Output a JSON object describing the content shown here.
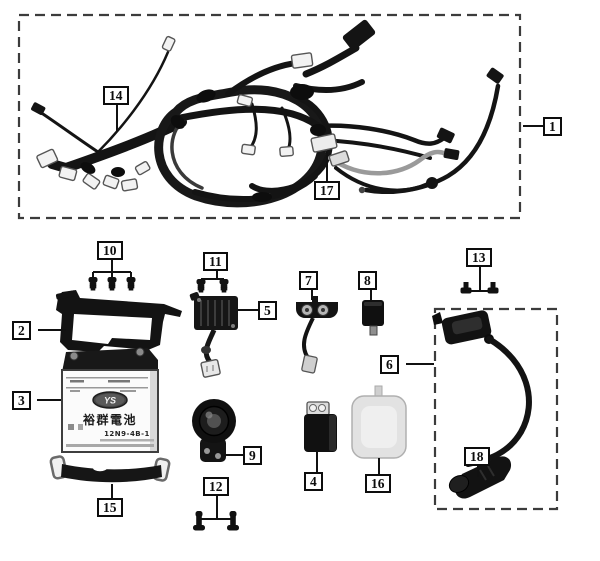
{
  "diagram": {
    "callouts": {
      "c1": "1",
      "c2": "2",
      "c3": "3",
      "c4": "4",
      "c5": "5",
      "c6": "6",
      "c7": "7",
      "c8": "8",
      "c9": "9",
      "c10": "10",
      "c11": "11",
      "c12": "12",
      "c13": "13",
      "c14": "14",
      "c15": "15",
      "c16": "16",
      "c17": "17",
      "c18": "18"
    },
    "battery": {
      "logo": "YS",
      "brand": "裕群電池",
      "model": "12N9-4B-1"
    },
    "colors": {
      "line_black": "#141414",
      "wire_gray": "#9a9a9a",
      "connector_white": "#f2f2f2",
      "part_light_gray": "#e2e2e2",
      "dashed_border": "#3c3c3c"
    }
  }
}
